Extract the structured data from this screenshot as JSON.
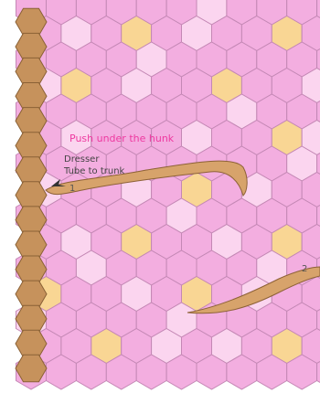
{
  "diagram": {
    "annotation_title": "Push under the hunk",
    "step_line_1": "Dresser",
    "step_line_2": "Tube to trunk",
    "marker_1": "1",
    "marker_2": "2"
  },
  "palette": {
    "left_column_fill": "#c6925c",
    "left_column_stroke": "#8a6136",
    "hex_pink": "#f3aee0",
    "hex_light_pink": "#fbd5ef",
    "hex_yellow": "#f9d694",
    "hex_stroke": "#c488b5",
    "tail_fill": "#d7a36b",
    "tail_stroke": "#8d6237",
    "accent_text": "#ee3aa0"
  }
}
